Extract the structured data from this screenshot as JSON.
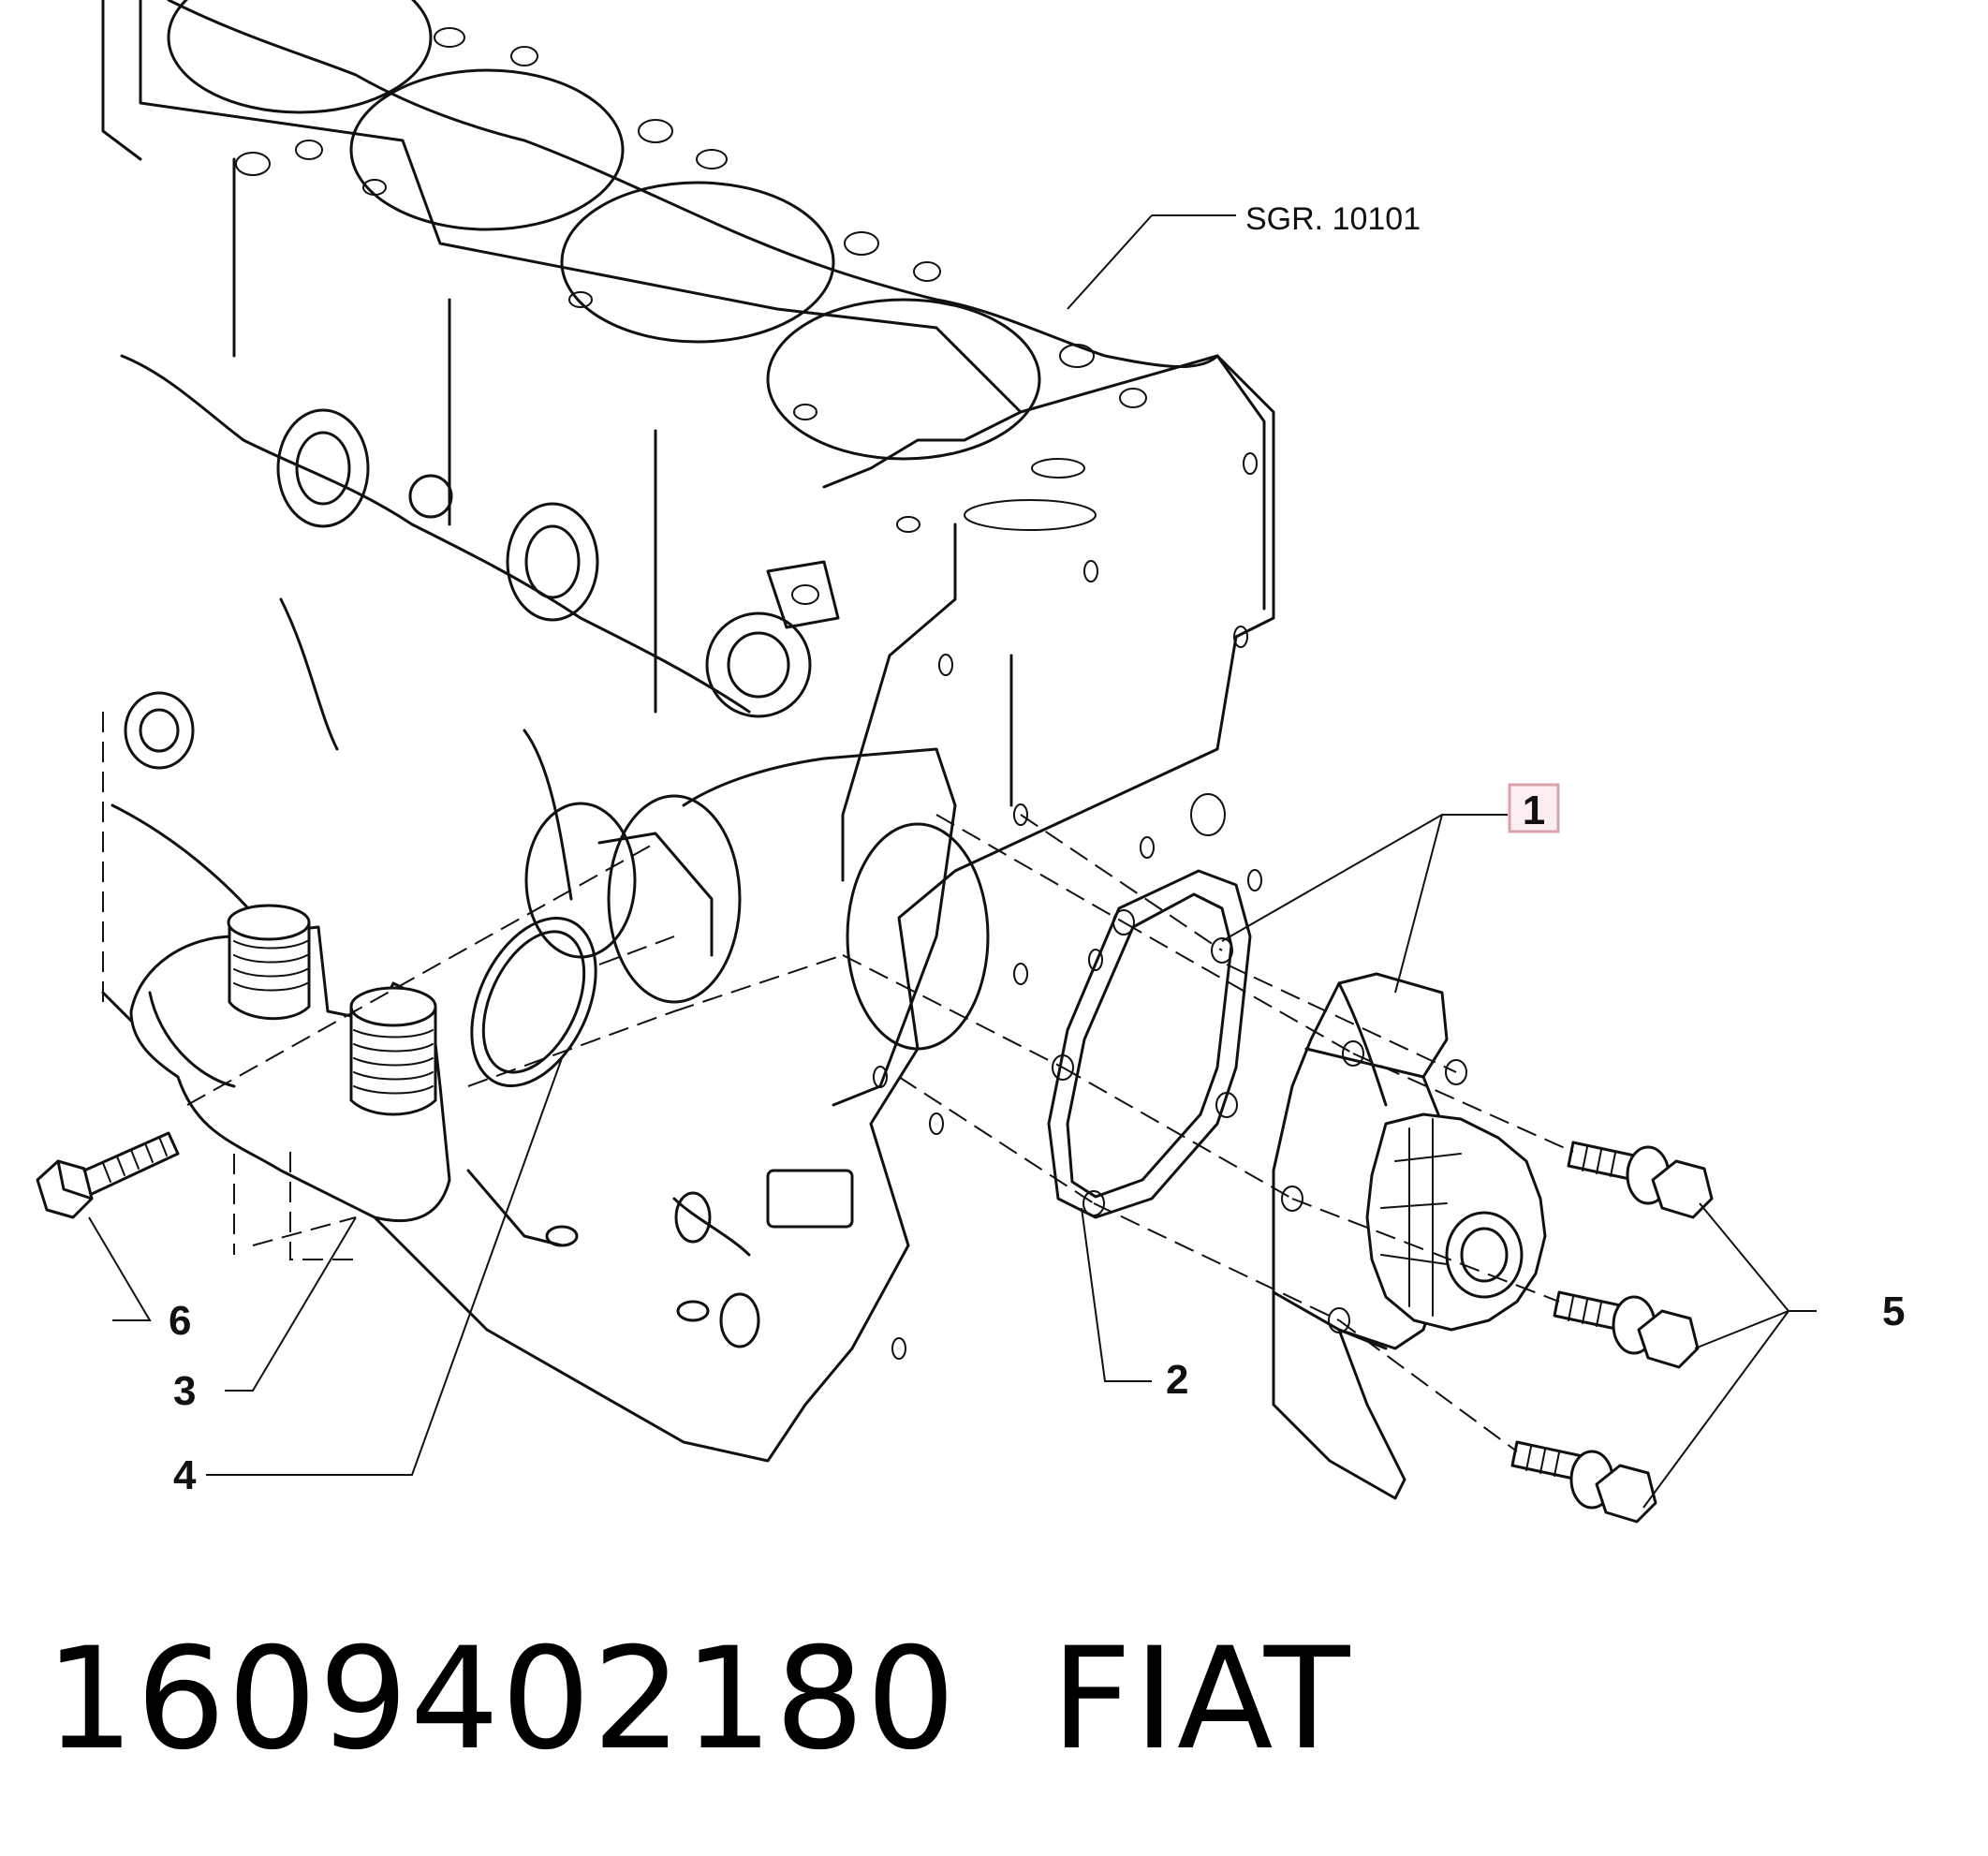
{
  "diagram": {
    "reference_label": "SGR. 10101",
    "callouts": {
      "c1": "1",
      "c2": "2",
      "c3": "3",
      "c4": "4",
      "c5": "5",
      "c6": "6"
    },
    "highlight_color": "#d8a3ab"
  },
  "footer": {
    "part_number": "1609402180",
    "brand": "FIAT"
  }
}
